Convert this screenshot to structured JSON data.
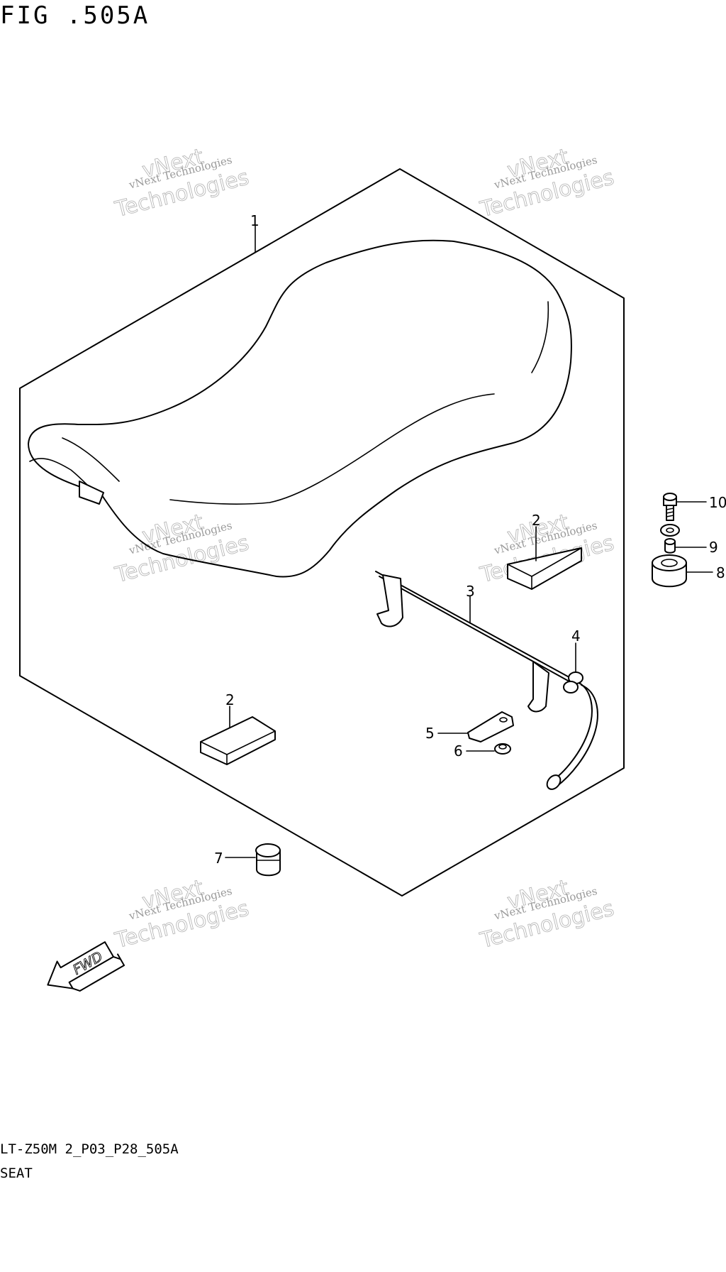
{
  "figure": {
    "title": "FIG .505A",
    "drawing_code": "LT-Z50M 2_P03_P28_505A",
    "section_name": "SEAT"
  },
  "watermark": {
    "line1": "vNext Technologies",
    "line2": "vNext",
    "line3": "Technologies"
  },
  "callouts": {
    "seat": "1",
    "pad_right": "2",
    "pad_left": "2",
    "lock_rod": "3",
    "clip": "4",
    "plate": "5",
    "nut": "6",
    "cushion": "7",
    "spacer": "8",
    "washer": "9",
    "bolt": "10"
  },
  "fwd_label": "FWD"
}
